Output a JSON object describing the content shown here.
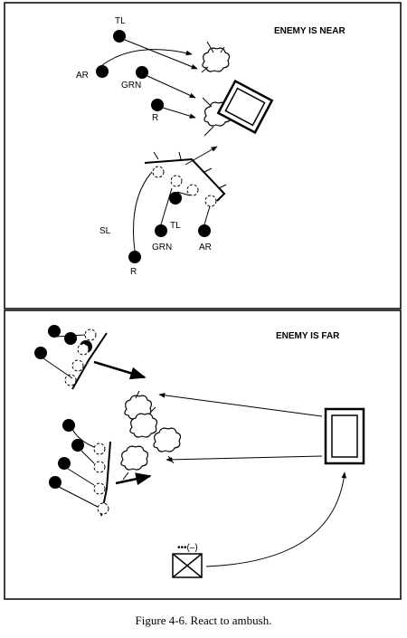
{
  "top_panel": {
    "title": "ENEMY IS NEAR",
    "labels": {
      "tl_upper": "TL",
      "ar_upper": "AR",
      "grn_upper": "GRN",
      "r_upper": "R",
      "sl": "SL",
      "tl_lower": "TL",
      "grn_lower": "GRN",
      "ar_lower": "AR",
      "r_lower": "R"
    }
  },
  "bottom_panel": {
    "title": "ENEMY IS FAR",
    "unit_symbol_marker": "•••(–)"
  },
  "caption": "Figure 4-6. React to ambush."
}
